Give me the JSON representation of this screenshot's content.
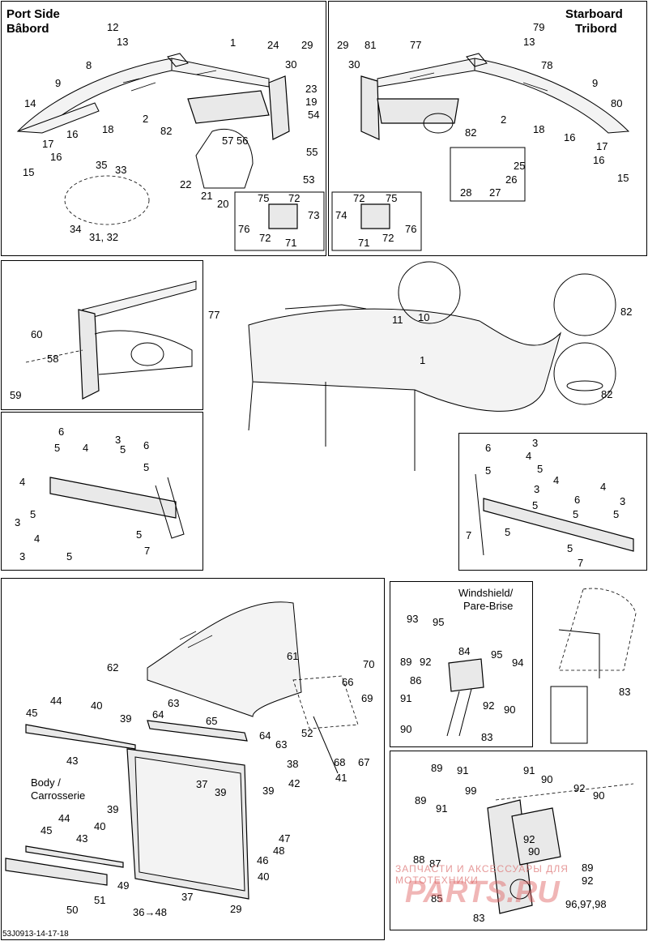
{
  "ref_code": "53J0913-14-17-18",
  "watermark_text": "ЗАПЧАСТИ И АКСЕССУАРЫ ДЛЯ МОТОТЕХНИКИ",
  "watermark_logo": "PARTS.RU",
  "port": {
    "title_en": "Port Side",
    "title_fr": "Bâbord",
    "callouts": [
      "1",
      "8",
      "9",
      "14",
      "12",
      "13",
      "24",
      "29",
      "30",
      "23",
      "19",
      "54",
      "2",
      "82",
      "15",
      "17",
      "16",
      "16",
      "18",
      "57",
      "56",
      "55",
      "53",
      "22",
      "21",
      "20",
      "35",
      "33",
      "34",
      "31, 32",
      "75",
      "72",
      "73",
      "76",
      "72",
      "71"
    ]
  },
  "starboard": {
    "title_en": "Starboard",
    "title_fr": "Tribord",
    "callouts": [
      "29",
      "81",
      "77",
      "30",
      "78",
      "9",
      "80",
      "79",
      "13",
      "82",
      "2",
      "18",
      "16",
      "17",
      "16",
      "15",
      "25",
      "26",
      "28",
      "27",
      "72",
      "75",
      "74",
      "76",
      "71",
      "72"
    ]
  },
  "detail_top": {
    "callouts": [
      "60",
      "58",
      "59"
    ]
  },
  "center": {
    "callouts": [
      "77",
      "1",
      "11",
      "10",
      "82",
      "82"
    ]
  },
  "bracket_left": {
    "callouts": [
      "6",
      "4",
      "3",
      "5",
      "6",
      "5",
      "4",
      "5",
      "3",
      "4",
      "5",
      "3",
      "5",
      "5",
      "7"
    ]
  },
  "bracket_right": {
    "callouts": [
      "6",
      "3",
      "4",
      "5",
      "5",
      "3",
      "4",
      "6",
      "4",
      "3",
      "5",
      "5",
      "5",
      "5",
      "7",
      "5",
      "7"
    ]
  },
  "lower": {
    "callouts": [
      "62",
      "61",
      "70",
      "66",
      "69",
      "45",
      "44",
      "40",
      "39",
      "63",
      "64",
      "65",
      "64",
      "63",
      "52",
      "68",
      "67",
      "43",
      "38",
      "37",
      "39",
      "39",
      "42",
      "41",
      "47",
      "48",
      "46",
      "39",
      "40",
      "45",
      "44",
      "43",
      "49",
      "50",
      "51",
      "36→48",
      "37",
      "29",
      "40"
    ],
    "body_label": "Body /",
    "body_label_fr": "Carrosserie"
  },
  "windshield_detail": {
    "title": "Windshield/",
    "title_fr": "Pare-Brise",
    "callouts": [
      "93",
      "95",
      "84",
      "89",
      "92",
      "95",
      "94",
      "86",
      "91",
      "92",
      "90",
      "90",
      "83"
    ]
  },
  "right_view": {
    "callouts": [
      "83"
    ]
  },
  "hinge_detail": {
    "callouts": [
      "89",
      "91",
      "91",
      "90",
      "99",
      "92",
      "90",
      "89",
      "91",
      "88",
      "87",
      "92",
      "90",
      "89",
      "92",
      "85",
      "96,97,98",
      "83"
    ]
  }
}
